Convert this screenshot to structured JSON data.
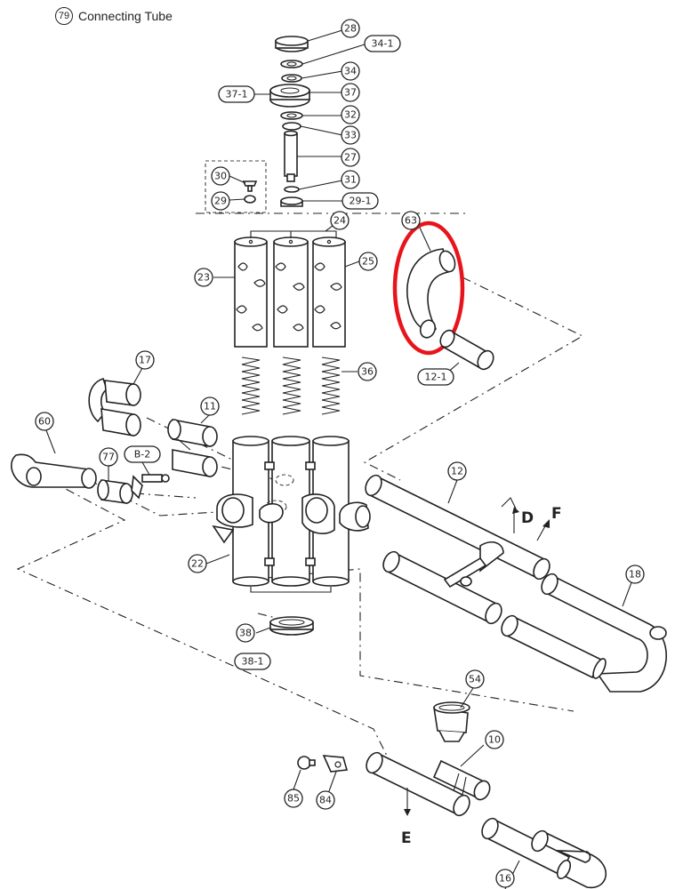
{
  "header": {
    "number": "79",
    "title": "Connecting Tube"
  },
  "callouts": {
    "c28": "28",
    "c34_1": "34-1",
    "c34": "34",
    "c37_1": "37-1",
    "c37": "37",
    "c32": "32",
    "c33": "33",
    "c27": "27",
    "c30": "30",
    "c29": "29",
    "c31": "31",
    "c29_1": "29-1",
    "c24": "24",
    "c23": "23",
    "c25": "25",
    "c63": "63",
    "c12_1": "12-1",
    "c36": "36",
    "c17": "17",
    "c11": "11",
    "c60": "60",
    "c77": "77",
    "cB2": "B-2",
    "c12": "12",
    "c18": "18",
    "c22": "22",
    "c38": "38",
    "c38_1": "38-1",
    "c54": "54",
    "c10": "10",
    "c85": "85",
    "c84": "84",
    "c16": "16"
  },
  "flow_labels": {
    "D": "D",
    "F": "F",
    "E": "E"
  },
  "highlight": {
    "part": "63",
    "color": "#e8141c"
  }
}
